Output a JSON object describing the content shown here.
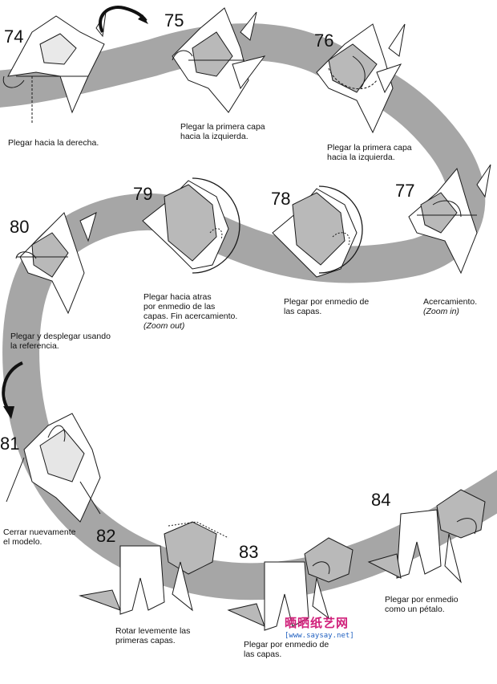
{
  "colors": {
    "band": "#a6a6a6",
    "paper_fill": "#b9b9b9",
    "line": "#1a1a1a",
    "brand": "#d0207a",
    "url": "#2060c0"
  },
  "steps": [
    {
      "number": "74",
      "caption": "Plegar hacia la derecha.",
      "note": ""
    },
    {
      "number": "75",
      "caption": "Plegar la primera capa\nhacia la izquierda.",
      "note": ""
    },
    {
      "number": "76",
      "caption": "Plegar la primera capa\nhacia la izquierda.",
      "note": ""
    },
    {
      "number": "77",
      "caption": "Acercamiento.",
      "note": "(Zoom in)"
    },
    {
      "number": "78",
      "caption": "Plegar por enmedio de\nlas capas.",
      "note": ""
    },
    {
      "number": "79",
      "caption": "Plegar hacia atras\npor enmedio de las\ncapas. Fin acercamiento.",
      "note": "(Zoom out)"
    },
    {
      "number": "80",
      "caption": "Plegar y desplegar usando\nla referencia.",
      "note": ""
    },
    {
      "number": "81",
      "caption": "Cerrar nuevamente\nel modelo.",
      "note": ""
    },
    {
      "number": "82",
      "caption": "Rotar levemente las\nprimeras capas.",
      "note": ""
    },
    {
      "number": "83",
      "caption": "Plegar por enmedio de\nlas capas.",
      "note": ""
    },
    {
      "number": "84",
      "caption": "Plegar por enmedio\ncomo un pétalo.",
      "note": ""
    }
  ],
  "watermark": {
    "text": "晒晒纸艺网",
    "url": "[www.saysay.net]"
  },
  "icons": [
    "turn-over-arrow-icon",
    "rotate-arrow-icon"
  ]
}
